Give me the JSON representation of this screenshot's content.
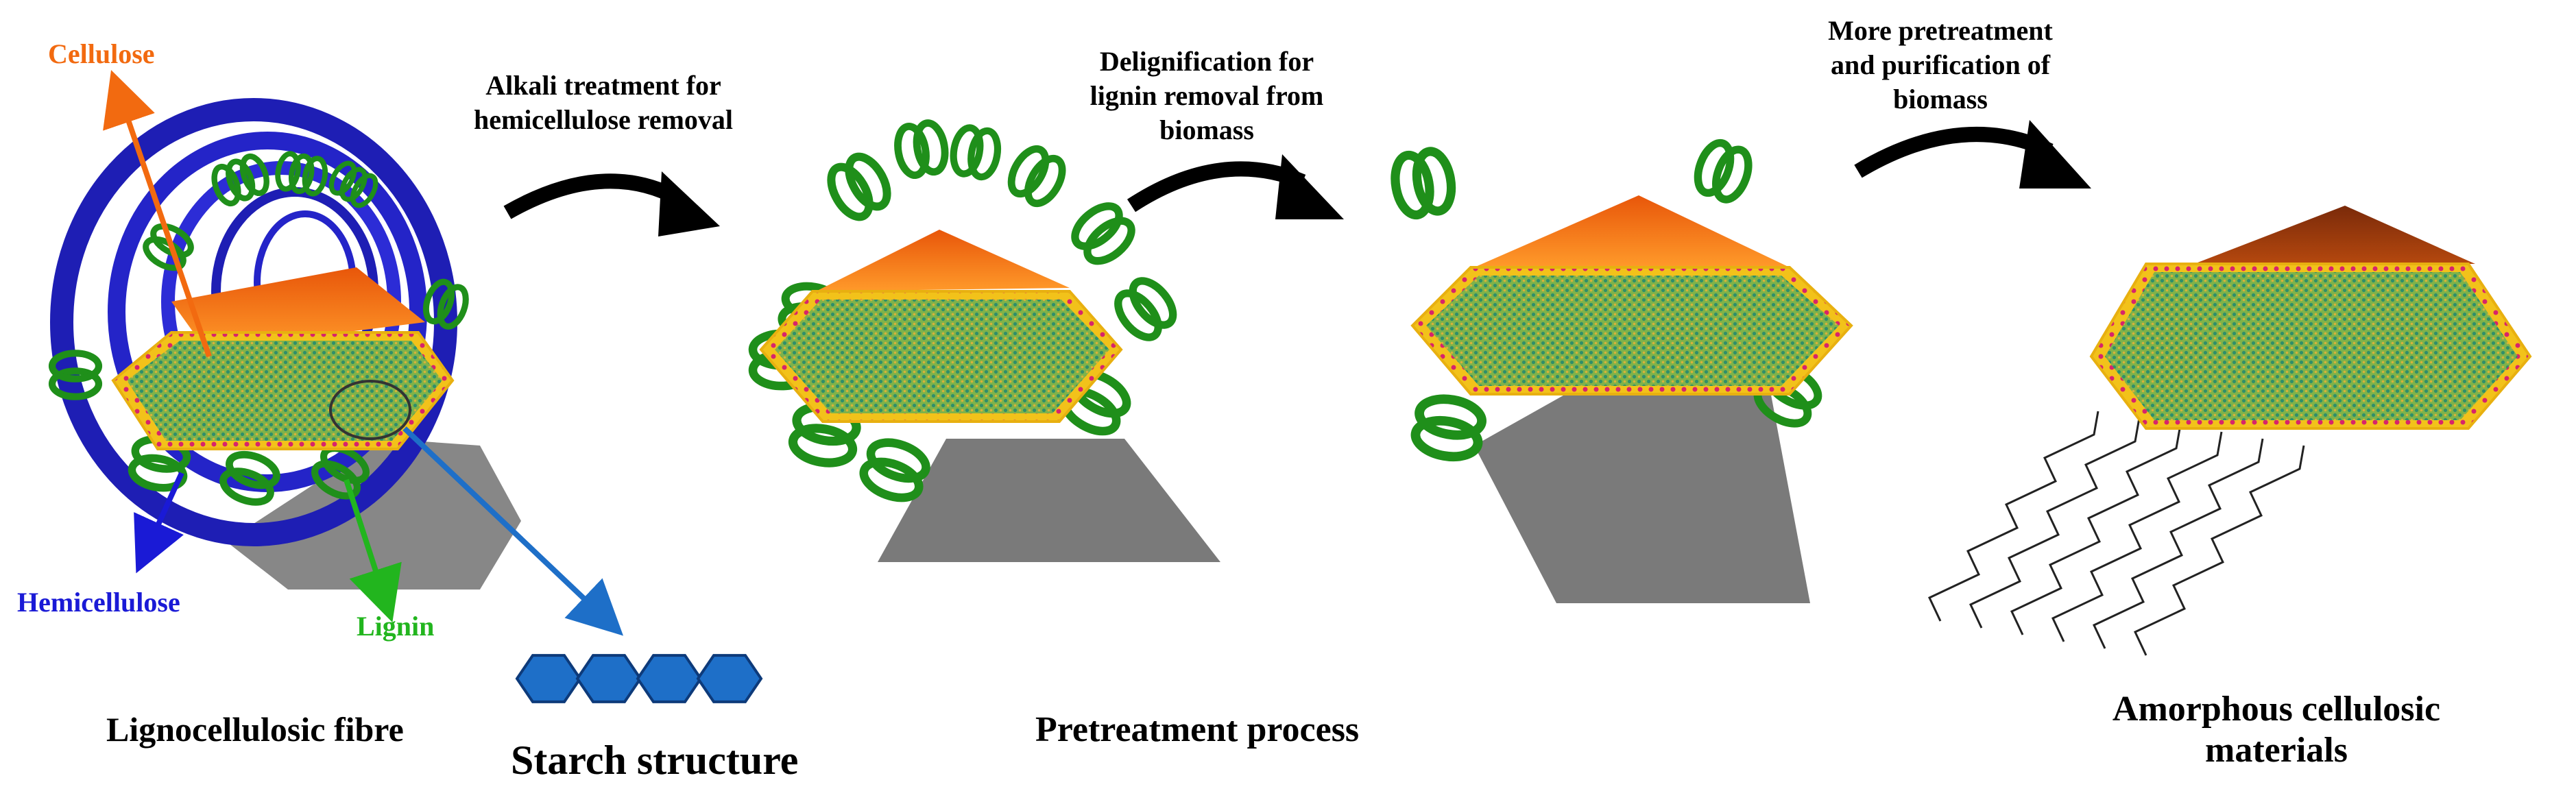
{
  "labels": {
    "cellulose": "Cellulose",
    "hemicellulose": "Hemicellulose",
    "lignin": "Lignin",
    "lignocellulosic_fibre": "Lignocellulosic fibre",
    "starch_structure": "Starch structure",
    "pretreatment_process": "Pretreatment process",
    "amorphous_line1": "Amorphous cellulosic",
    "amorphous_line2": "materials"
  },
  "steps": {
    "alkali_line1": "Alkali treatment for",
    "alkali_line2": "hemicellulose removal",
    "delig_line1": "Delignification for",
    "delig_line2": "lignin removal from",
    "delig_line3": "biomass",
    "more_line1": "More pretreatment",
    "more_line2": "and purification of",
    "more_line3": "biomass"
  },
  "colors": {
    "cellulose": "#f26a10",
    "hemicellulose": "#1a1ad6",
    "lignin": "#22b51e",
    "helix": "#1f8f1a",
    "ring": "#1e1eb4",
    "crystal": "#6aa84f",
    "crystal_border": "#f2c21a",
    "shadow": "#7a7a7a",
    "starch": "#1e6fc8",
    "arrow": "#000000"
  }
}
